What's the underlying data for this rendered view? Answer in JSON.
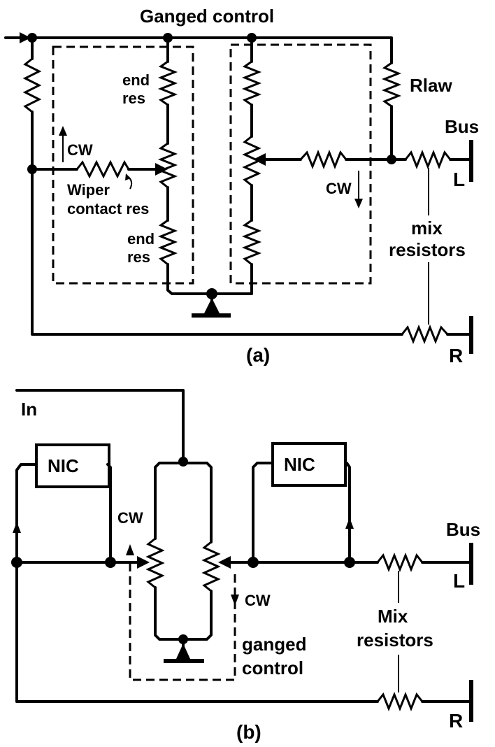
{
  "diagram_a": {
    "title": "Ganged control",
    "labels": {
      "end_res_top_1": "end",
      "end_res_top_2": "res",
      "end_res_bottom_1": "end",
      "end_res_bottom_2": "res",
      "cw_left": "CW",
      "cw_right": "CW",
      "wiper_1": "Wiper",
      "wiper_2": "contact res",
      "rlaw": "Rlaw",
      "bus": "Bus",
      "l": "L",
      "mix_1": "mix",
      "mix_2": "resistors",
      "r": "R"
    },
    "caption": "(a)"
  },
  "diagram_b": {
    "labels": {
      "in": "In",
      "nic_left": "NIC",
      "nic_right": "NIC",
      "cw_left": "CW",
      "cw_right": "CW",
      "bus": "Bus",
      "l": "L",
      "mix_1": "Mix",
      "mix_2": "resistors",
      "ganged_1": "ganged",
      "ganged_2": "control",
      "r": "R"
    },
    "caption": "(b)"
  }
}
